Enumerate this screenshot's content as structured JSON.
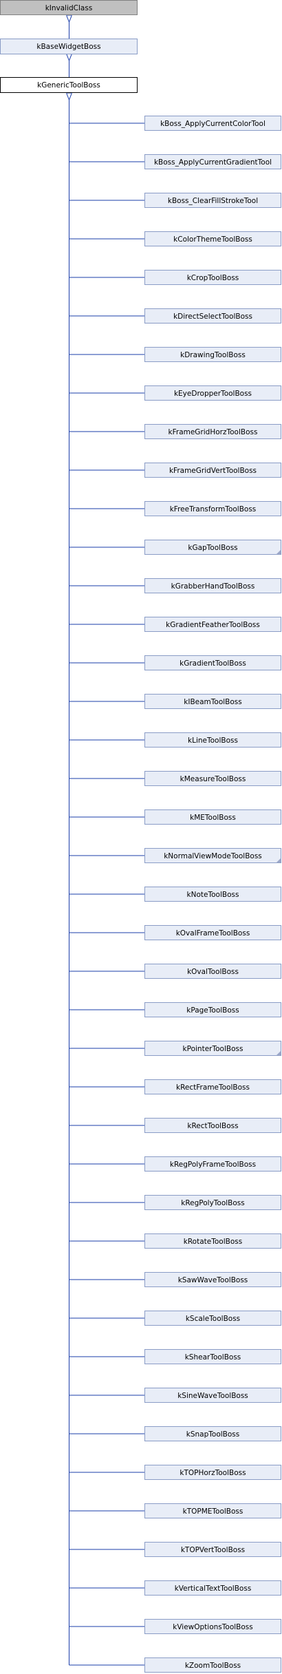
{
  "colors": {
    "edge": "#1a3daa",
    "grey_fill": "#c0c0c0",
    "base_fill": "#e8edf7",
    "base_stroke": "#8a9cc6",
    "current_fill": "#ffffff",
    "current_stroke": "#000000",
    "fold": "#9aa6c8"
  },
  "root": "kInvalidClass",
  "base": "kBaseWidgetBoss",
  "current": "kGenericToolBoss",
  "children": [
    {
      "label": "kBoss_ApplyCurrentColorTool"
    },
    {
      "label": "kBoss_ApplyCurrentGradientTool"
    },
    {
      "label": "kBoss_ClearFillStrokeTool"
    },
    {
      "label": "kColorThemeToolBoss"
    },
    {
      "label": "kCropToolBoss"
    },
    {
      "label": "kDirectSelectToolBoss"
    },
    {
      "label": "kDrawingToolBoss"
    },
    {
      "label": "kEyeDropperToolBoss"
    },
    {
      "label": "kFrameGridHorzToolBoss"
    },
    {
      "label": "kFrameGridVertToolBoss"
    },
    {
      "label": "kFreeTransformToolBoss"
    },
    {
      "label": "kGapToolBoss",
      "folded": true
    },
    {
      "label": "kGrabberHandToolBoss"
    },
    {
      "label": "kGradientFeatherToolBoss"
    },
    {
      "label": "kGradientToolBoss"
    },
    {
      "label": "kIBeamToolBoss"
    },
    {
      "label": "kLineToolBoss"
    },
    {
      "label": "kMeasureToolBoss"
    },
    {
      "label": "kMEToolBoss"
    },
    {
      "label": "kNormalViewModeToolBoss",
      "folded": true
    },
    {
      "label": "kNoteToolBoss"
    },
    {
      "label": "kOvalFrameToolBoss"
    },
    {
      "label": "kOvalToolBoss"
    },
    {
      "label": "kPageToolBoss"
    },
    {
      "label": "kPointerToolBoss",
      "folded": true
    },
    {
      "label": "kRectFrameToolBoss"
    },
    {
      "label": "kRectToolBoss"
    },
    {
      "label": "kRegPolyFrameToolBoss"
    },
    {
      "label": "kRegPolyToolBoss"
    },
    {
      "label": "kRotateToolBoss"
    },
    {
      "label": "kSawWaveToolBoss"
    },
    {
      "label": "kScaleToolBoss"
    },
    {
      "label": "kShearToolBoss"
    },
    {
      "label": "kSineWaveToolBoss"
    },
    {
      "label": "kSnapToolBoss"
    },
    {
      "label": "kTOPHorzToolBoss"
    },
    {
      "label": "kTOPMEToolBoss"
    },
    {
      "label": "kTOPVertToolBoss"
    },
    {
      "label": "kVerticalTextToolBoss"
    },
    {
      "label": "kViewOptionsToolBoss"
    },
    {
      "label": "kZoomToolBoss"
    }
  ]
}
